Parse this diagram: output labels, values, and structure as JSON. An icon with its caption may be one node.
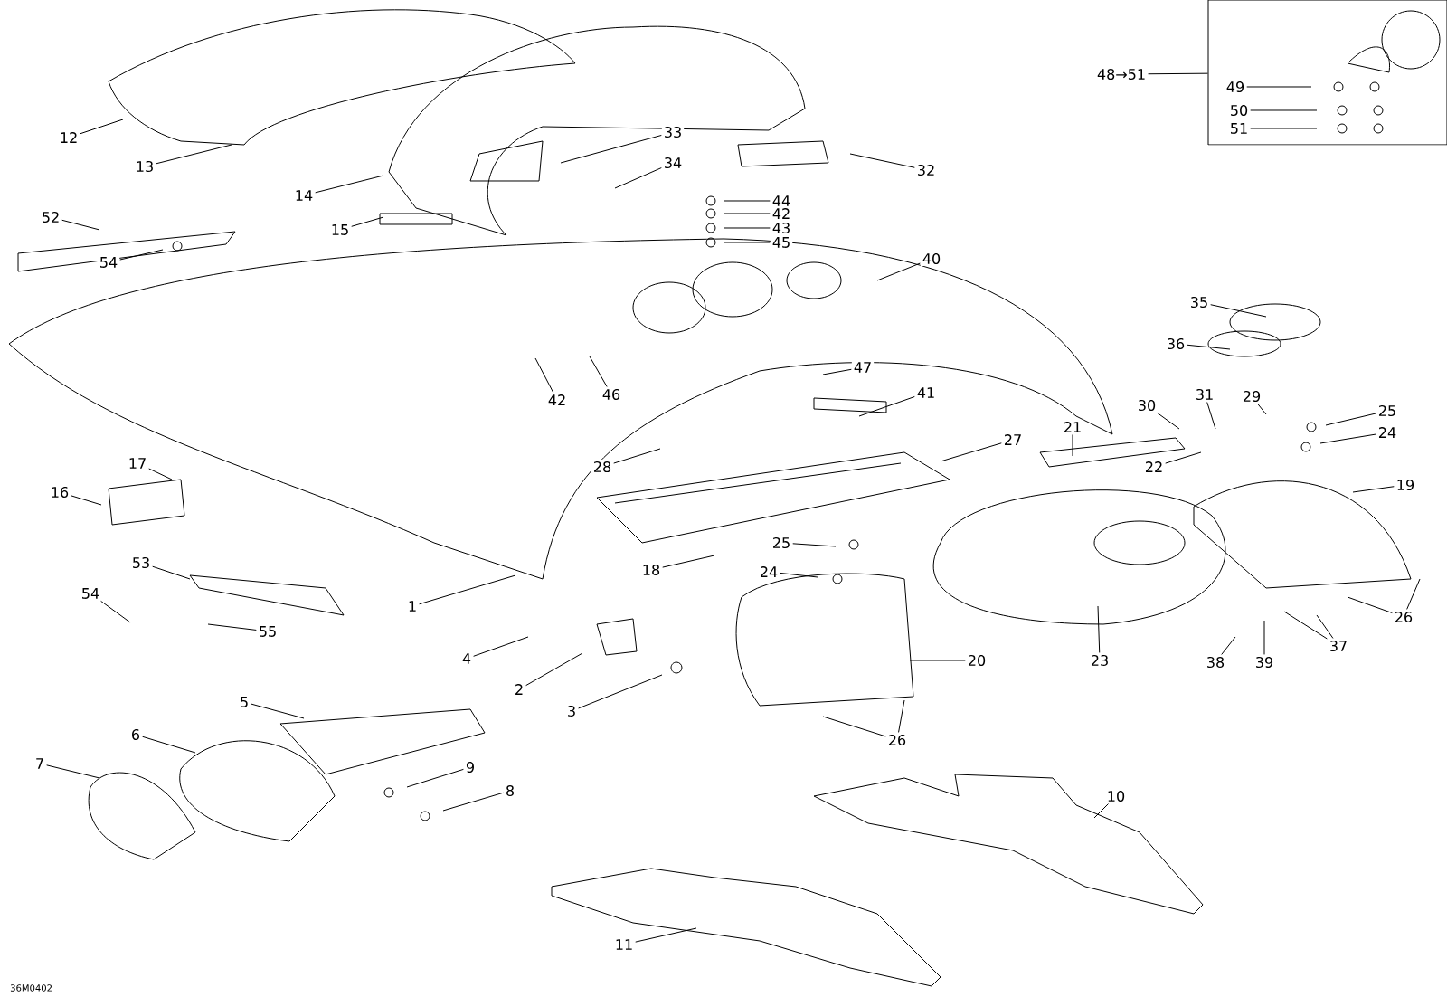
{
  "diagram": {
    "nodes": [
      {
        "text": [
          "12"
        ]
      },
      {
        "text": [
          "13"
        ]
      },
      {
        "text": [
          "14"
        ]
      },
      {
        "text": [
          "15"
        ]
      },
      {
        "text": [
          "33"
        ]
      },
      {
        "text": [
          "34"
        ]
      },
      {
        "text": [
          "32"
        ]
      },
      {
        "text": [
          "44"
        ]
      },
      {
        "text": [
          "42"
        ]
      },
      {
        "text": [
          "43"
        ]
      },
      {
        "text": [
          "45"
        ]
      },
      {
        "text": [
          "40"
        ]
      },
      {
        "text": [
          "52"
        ]
      },
      {
        "text": [
          "54"
        ]
      },
      {
        "text": [
          "42"
        ]
      },
      {
        "text": [
          "46"
        ]
      },
      {
        "text": [
          "47"
        ]
      },
      {
        "text": [
          "41"
        ]
      },
      {
        "text": [
          "35"
        ]
      },
      {
        "text": [
          "36"
        ]
      },
      {
        "text": [
          "30"
        ]
      },
      {
        "text": [
          "31"
        ]
      },
      {
        "text": [
          "29"
        ]
      },
      {
        "text": [
          "21"
        ]
      },
      {
        "text": [
          "22"
        ]
      },
      {
        "text": [
          "27"
        ]
      },
      {
        "text": [
          "28"
        ]
      },
      {
        "text": [
          "25"
        ]
      },
      {
        "text": [
          "24"
        ]
      },
      {
        "text": [
          "19"
        ]
      },
      {
        "text": [
          "17"
        ]
      },
      {
        "text": [
          "16"
        ]
      },
      {
        "text": [
          "53"
        ]
      },
      {
        "text": [
          "54"
        ]
      },
      {
        "text": [
          "55"
        ]
      },
      {
        "text": [
          "1"
        ]
      },
      {
        "text": [
          "18"
        ]
      },
      {
        "text": [
          "25"
        ]
      },
      {
        "text": [
          "24"
        ]
      },
      {
        "text": [
          "20"
        ]
      },
      {
        "text": [
          "23"
        ]
      },
      {
        "text": [
          "26"
        ]
      },
      {
        "text": [
          "38"
        ]
      },
      {
        "text": [
          "39"
        ]
      },
      {
        "text": [
          "37"
        ]
      },
      {
        "text": [
          "26"
        ]
      },
      {
        "text": [
          "4"
        ]
      },
      {
        "text": [
          "2"
        ]
      },
      {
        "text": [
          "3"
        ]
      },
      {
        "text": [
          "5"
        ]
      },
      {
        "text": [
          "6"
        ]
      },
      {
        "text": [
          "7"
        ]
      },
      {
        "text": [
          "9"
        ]
      },
      {
        "text": [
          "8"
        ]
      },
      {
        "text": [
          "10"
        ]
      },
      {
        "text": [
          "11"
        ]
      },
      {
        "text": [
          "48→51"
        ]
      },
      {
        "text": [],
        "shape": "box"
      },
      {
        "text": [
          "49"
        ],
        "in": 57
      },
      {
        "text": [
          "50"
        ],
        "in": 57
      },
      {
        "text": [
          "51"
        ],
        "in": 57
      }
    ],
    "edges": [
      {
        "from": 0,
        "to": null,
        "arrow": "none"
      },
      {
        "from": 1,
        "to": null,
        "arrow": "none"
      },
      {
        "from": 2,
        "to": null,
        "arrow": "none"
      },
      {
        "from": 3,
        "to": null,
        "arrow": "none"
      },
      {
        "from": 4,
        "to": null,
        "arrow": "none"
      },
      {
        "from": 5,
        "to": null,
        "arrow": "none"
      },
      {
        "from": 6,
        "to": null,
        "arrow": "none"
      },
      {
        "from": 7,
        "to": null,
        "arrow": "none"
      },
      {
        "from": 8,
        "to": null,
        "arrow": "none"
      },
      {
        "from": 9,
        "to": null,
        "arrow": "none"
      },
      {
        "from": 10,
        "to": null,
        "arrow": "none"
      },
      {
        "from": 11,
        "to": null,
        "arrow": "none"
      },
      {
        "from": 12,
        "to": null,
        "arrow": "none"
      },
      {
        "from": 13,
        "to": null,
        "arrow": "none"
      },
      {
        "from": 14,
        "to": null,
        "arrow": "none"
      },
      {
        "from": 15,
        "to": null,
        "arrow": "none"
      },
      {
        "from": 16,
        "to": null,
        "arrow": "none"
      },
      {
        "from": 17,
        "to": null,
        "arrow": "none"
      },
      {
        "from": 18,
        "to": null,
        "arrow": "none"
      },
      {
        "from": 19,
        "to": null,
        "arrow": "none"
      },
      {
        "from": 20,
        "to": null,
        "arrow": "none"
      },
      {
        "from": 21,
        "to": null,
        "arrow": "none"
      },
      {
        "from": 22,
        "to": null,
        "arrow": "none"
      },
      {
        "from": 23,
        "to": null,
        "arrow": "none"
      },
      {
        "from": 24,
        "to": null,
        "arrow": "none"
      },
      {
        "from": 25,
        "to": null,
        "arrow": "none"
      },
      {
        "from": 26,
        "to": null,
        "arrow": "none"
      },
      {
        "from": 27,
        "to": null,
        "arrow": "none"
      },
      {
        "from": 28,
        "to": null,
        "arrow": "none"
      },
      {
        "from": 29,
        "to": null,
        "arrow": "none"
      },
      {
        "from": 30,
        "to": null,
        "arrow": "none"
      },
      {
        "from": 31,
        "to": null,
        "arrow": "none"
      },
      {
        "from": 32,
        "to": null,
        "arrow": "none"
      },
      {
        "from": 33,
        "to": null,
        "arrow": "none"
      },
      {
        "from": 34,
        "to": null,
        "arrow": "none"
      },
      {
        "from": 35,
        "to": null,
        "arrow": "none"
      },
      {
        "from": 36,
        "to": null,
        "arrow": "none"
      },
      {
        "from": 37,
        "to": null,
        "arrow": "none"
      },
      {
        "from": 38,
        "to": null,
        "arrow": "none"
      },
      {
        "from": 39,
        "to": null,
        "arrow": "none"
      },
      {
        "from": 40,
        "to": null,
        "arrow": "none"
      },
      {
        "from": 41,
        "to": null,
        "arrow": "none"
      },
      {
        "from": 41,
        "to": null,
        "arrow": "none"
      },
      {
        "from": 42,
        "to": null,
        "arrow": "none"
      },
      {
        "from": 43,
        "to": null,
        "arrow": "none"
      },
      {
        "from": 44,
        "to": null,
        "arrow": "none"
      },
      {
        "from": 44,
        "to": null,
        "arrow": "none"
      },
      {
        "from": 45,
        "to": null,
        "arrow": "none"
      },
      {
        "from": 45,
        "to": null,
        "arrow": "none"
      },
      {
        "from": 46,
        "to": null,
        "arrow": "none"
      },
      {
        "from": 47,
        "to": null,
        "arrow": "none"
      },
      {
        "from": 48,
        "to": null,
        "arrow": "none"
      },
      {
        "from": 49,
        "to": null,
        "arrow": "none"
      },
      {
        "from": 50,
        "to": null,
        "arrow": "none"
      },
      {
        "from": 51,
        "to": null,
        "arrow": "none"
      },
      {
        "from": 52,
        "to": null,
        "arrow": "none"
      },
      {
        "from": 53,
        "to": null,
        "arrow": "none"
      },
      {
        "from": 54,
        "to": null,
        "arrow": "none"
      },
      {
        "from": 55,
        "to": null,
        "arrow": "none"
      },
      {
        "from": 56,
        "to": 57,
        "arrow": "none"
      },
      {
        "from": 58,
        "to": null,
        "arrow": "none"
      },
      {
        "from": 59,
        "to": null,
        "arrow": "none"
      },
      {
        "from": 60,
        "to": null,
        "arrow": "none"
      }
    ],
    "labels": [
      "36M0402"
    ]
  }
}
